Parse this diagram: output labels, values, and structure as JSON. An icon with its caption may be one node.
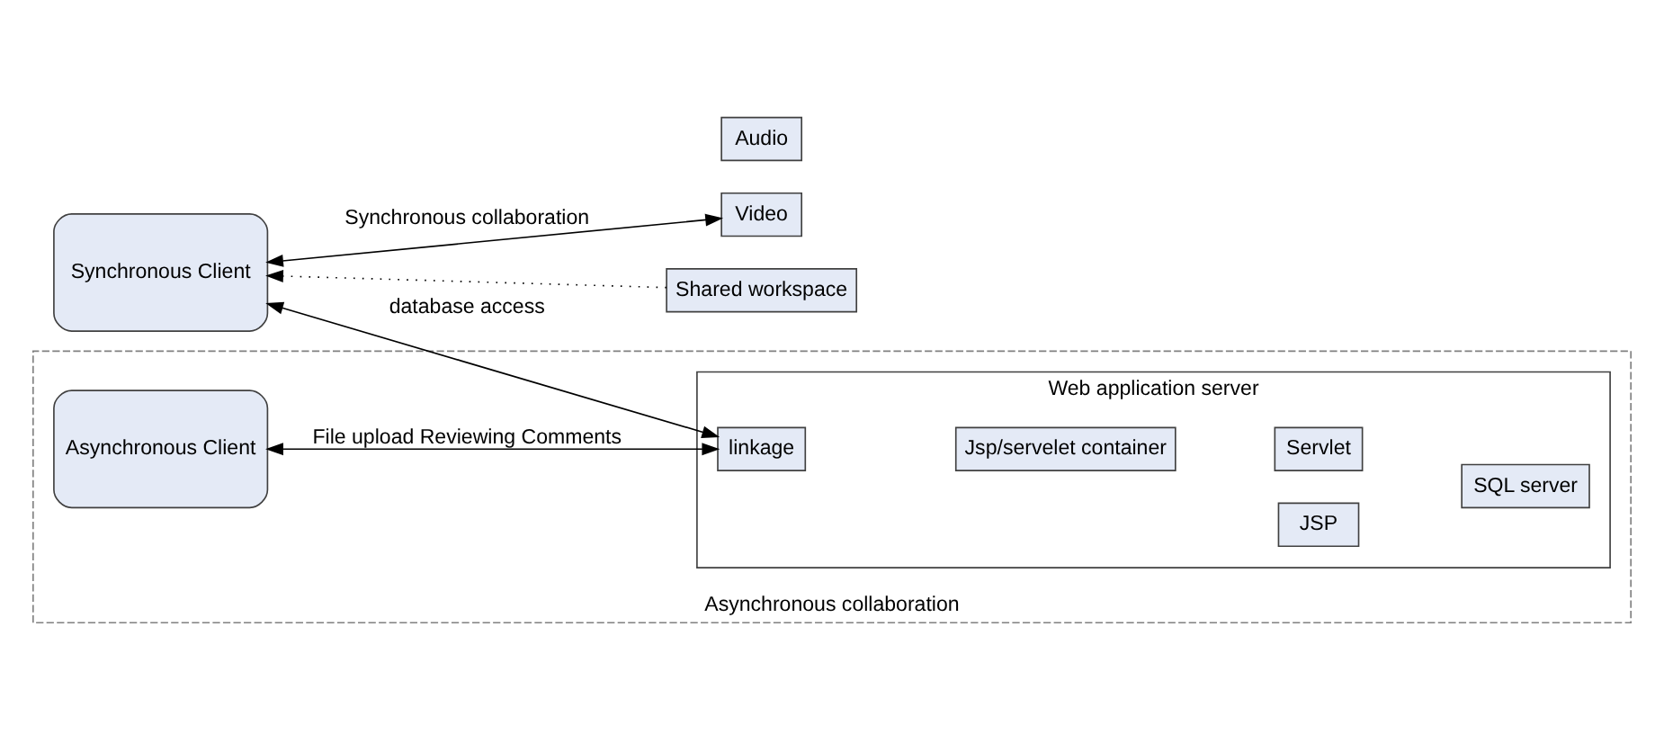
{
  "diagram": {
    "nodes": [
      {
        "text": [
          "Synchronous Client"
        ]
      },
      {
        "text": [
          "Audio"
        ]
      },
      {
        "text": [
          "Video"
        ]
      },
      {
        "text": [
          "Shared workspace"
        ]
      },
      {
        "text": [
          "Asynchronous collaboration"
        ]
      },
      {
        "text": [
          "Asynchronous Client"
        ],
        "in": 4
      },
      {
        "text": [
          "Web application server"
        ],
        "in": 4
      },
      {
        "text": [
          "linkage"
        ],
        "in": 6
      },
      {
        "text": [
          "Jsp/servelet container"
        ],
        "in": 6
      },
      {
        "text": [
          "JSP"
        ],
        "in": 6
      },
      {
        "text": [
          "Servlet"
        ],
        "in": 6
      },
      {
        "text": [
          "SQL server"
        ],
        "in": 6
      }
    ],
    "edges": [
      {
        "from": 0,
        "to": 2,
        "arrow": "both",
        "label": "Synchronous collaboration"
      },
      {
        "from": 3,
        "to": 0,
        "arrow": "to",
        "style": "dashed"
      },
      {
        "from": 0,
        "to": 7,
        "arrow": "both",
        "label": "database access"
      },
      {
        "from": 5,
        "to": 7,
        "arrow": "both",
        "label": "File upload Reviewing Comments"
      }
    ]
  }
}
